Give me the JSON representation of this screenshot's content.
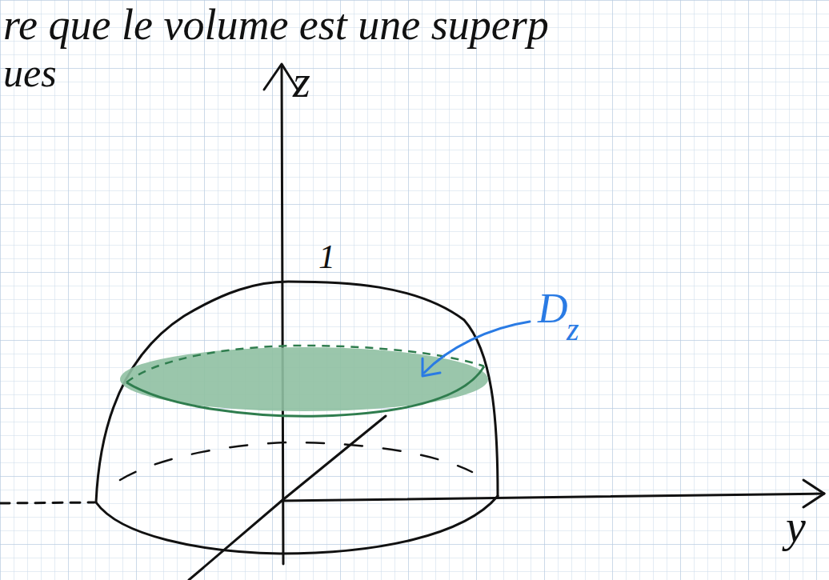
{
  "diagram": {
    "labels": [
      "re que le volume est une superp",
      "ues",
      "1",
      "z",
      "y",
      "D",
      "z"
    ]
  }
}
